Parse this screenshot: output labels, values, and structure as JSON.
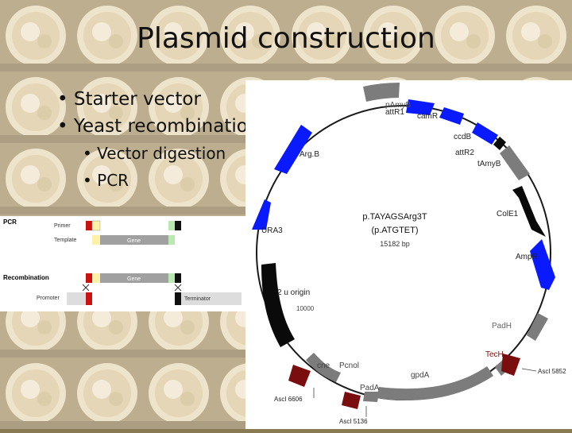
{
  "slide": {
    "title": "Plasmid construction",
    "bullets": [
      "Starter vector",
      "Yeast recombination"
    ],
    "sub_bullets": [
      "Vector digestion",
      "PCR"
    ]
  },
  "pcr_diagram": {
    "section_pcr": "PCR",
    "primer": "Primer",
    "template": "Template",
    "gene": "Gene",
    "section_recombination": "Recombination",
    "gene_recomb": "Gene",
    "promoter": "Promoter",
    "terminator": "Terminator"
  },
  "plasmid": {
    "name": "p.TAYAGSArg3T",
    "alias": "(p.ATGTET)",
    "size": "15182 bp",
    "tick_label": "10000",
    "features": {
      "pAmyB": "pAmyB",
      "attR1": "attR1",
      "camR": "camR",
      "ccdB": "ccdB",
      "attR2": "attR2",
      "tAmyB": "tAmyB",
      "ColE1": "ColE1",
      "AmpR": "AmpR",
      "ArgB": "Arg.B",
      "URA3": "URA3",
      "two_u_origin": "2 u origin",
      "PadH": "PadH",
      "TecH": "TecH",
      "gpdA": "gpdA",
      "PadA": "PadA",
      "Pcnol": "Pcnol",
      "cne": "cne"
    },
    "sites": {
      "ascI_5852": "AscI 5852",
      "ascI_6606": "AscI 6606",
      "ascI_5136": "AscI 5136"
    }
  },
  "colors": {
    "backbone": "#1a1a1a",
    "blue": "#0a1aff",
    "gray": "#7c7c7c",
    "black": "#0a0a0a",
    "darkred": "#7a0e0e",
    "primer_red": "#cc1111",
    "primer_green": "#b9e8b0",
    "template_yellow": "#fff1a8",
    "gene_gray": "#a0a0a0"
  }
}
